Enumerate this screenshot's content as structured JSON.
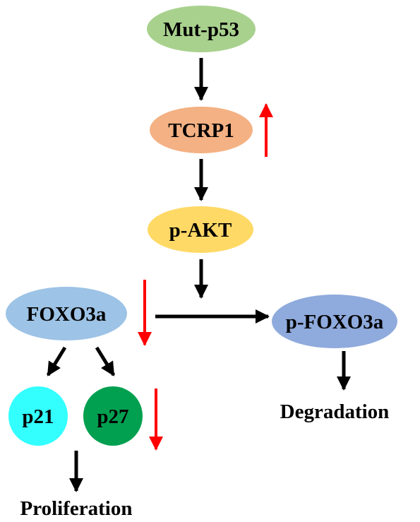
{
  "diagram": {
    "nodes": {
      "mut_p53": {
        "label": "Mut-p53",
        "color": "#a9d18e"
      },
      "tcrp1": {
        "label": "TCRP1",
        "color": "#f4b183"
      },
      "p_akt": {
        "label": "p-AKT",
        "color": "#ffd966"
      },
      "foxo3a": {
        "label": "FOXO3a",
        "color": "#9dc3e6"
      },
      "p_foxo3a": {
        "label": "p-FOXO3a",
        "color": "#8faadc"
      },
      "p21": {
        "label": "p21",
        "color": "#33ffff"
      },
      "p27": {
        "label": "p27",
        "color": "#00a050"
      }
    },
    "outcomes": {
      "degradation": "Degradation",
      "proliferation": "Proliferation"
    },
    "colors": {
      "arrow": "#000000",
      "regulation_arrow": "#ff0000"
    },
    "regulation": {
      "tcrp1": "up",
      "foxo3a": "down",
      "p27": "down"
    }
  }
}
